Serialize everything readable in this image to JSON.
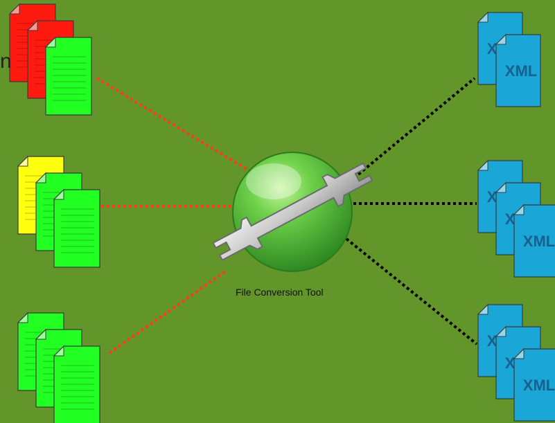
{
  "diagram": {
    "tool_label": "File Conversion Tool",
    "doc_label": "XML",
    "cut_text": "n",
    "colors": {
      "background": "#62962a",
      "red": "#ff1a10",
      "yellow": "#ffff10",
      "green": "#22ff22",
      "blue": "#1aa6d6",
      "globe": "#5bbf3a",
      "wrench": "#c8c8c8",
      "left_connector": "#ff3a1a",
      "right_connector": "#000000"
    },
    "left_groups": [
      {
        "name": "group-1",
        "pages": [
          "red",
          "red",
          "green"
        ]
      },
      {
        "name": "group-2",
        "pages": [
          "yellow",
          "green",
          "green"
        ]
      },
      {
        "name": "group-3",
        "pages": [
          "green",
          "green",
          "green"
        ]
      }
    ],
    "right_groups": [
      {
        "name": "group-1",
        "pages": 2
      },
      {
        "name": "group-2",
        "pages": 3
      },
      {
        "name": "group-3",
        "pages": 3
      }
    ]
  }
}
